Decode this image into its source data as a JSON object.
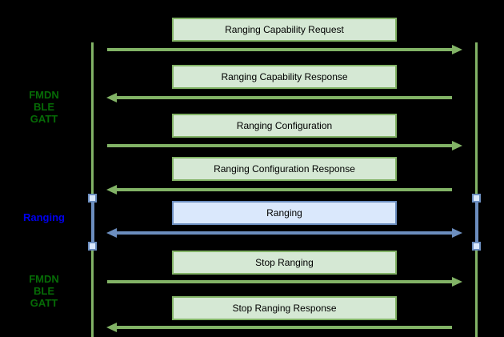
{
  "colors": {
    "background": "#000000",
    "lifeline_green": "#82b366",
    "box_green_fill": "#d5e8d4",
    "box_green_border": "#82b366",
    "box_blue_fill": "#dae8fc",
    "box_blue_border": "#6c8ebf",
    "arrow_green": "#82b366",
    "arrow_blue": "#6c8ebf",
    "side_label_green": "#066b06",
    "side_label_blue": "#0000ee",
    "box_text": "#000000"
  },
  "side_labels": [
    {
      "lines": [
        "FMDN",
        "BLE",
        "GATT"
      ],
      "color": "green"
    },
    {
      "lines": [
        "Ranging"
      ],
      "color": "blue"
    },
    {
      "lines": [
        "FMDN",
        "BLE",
        "GATT"
      ],
      "color": "green"
    }
  ],
  "messages": [
    {
      "label": "Ranging Capability Request",
      "direction": "right",
      "color": "green"
    },
    {
      "label": "Ranging Capability Response",
      "direction": "left",
      "color": "green"
    },
    {
      "label": "Ranging Configuration",
      "direction": "right",
      "color": "green"
    },
    {
      "label": "Ranging Configuration Response",
      "direction": "left",
      "color": "green"
    },
    {
      "label": "Ranging",
      "direction": "bidirectional",
      "color": "blue"
    },
    {
      "label": "Stop Ranging",
      "direction": "right",
      "color": "green"
    },
    {
      "label": "Stop Ranging Response",
      "direction": "left",
      "color": "green"
    }
  ],
  "lifelines": {
    "count": 2,
    "activation_markers": 4
  }
}
